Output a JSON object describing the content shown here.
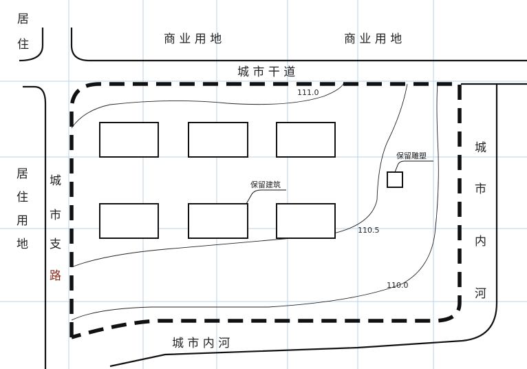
{
  "labels": {
    "residential_top": [
      "居",
      "住"
    ],
    "commercial_left": "商 业 用 地",
    "commercial_right": "商 业 用 地",
    "main_road": "城 市 干 道",
    "residential_left": [
      "居",
      "住",
      "用",
      "地"
    ],
    "branch_road": [
      "城",
      "市",
      "支",
      "路"
    ],
    "inner_river_right": [
      "城",
      "市",
      "内",
      "河"
    ],
    "inner_river_bottom": "城 市 内 河",
    "preserved_building": "保留建筑",
    "preserved_sculpture": "保留雕塑"
  },
  "contours": [
    {
      "name": "contour-111-0",
      "label": "111.0"
    },
    {
      "name": "contour-110-5",
      "label": "110.5"
    },
    {
      "name": "contour-110-0",
      "label": "110.0"
    }
  ],
  "colors": {
    "line": "#111111",
    "grid": "#b9d3e6",
    "accent_text": "#8a2a1a"
  }
}
